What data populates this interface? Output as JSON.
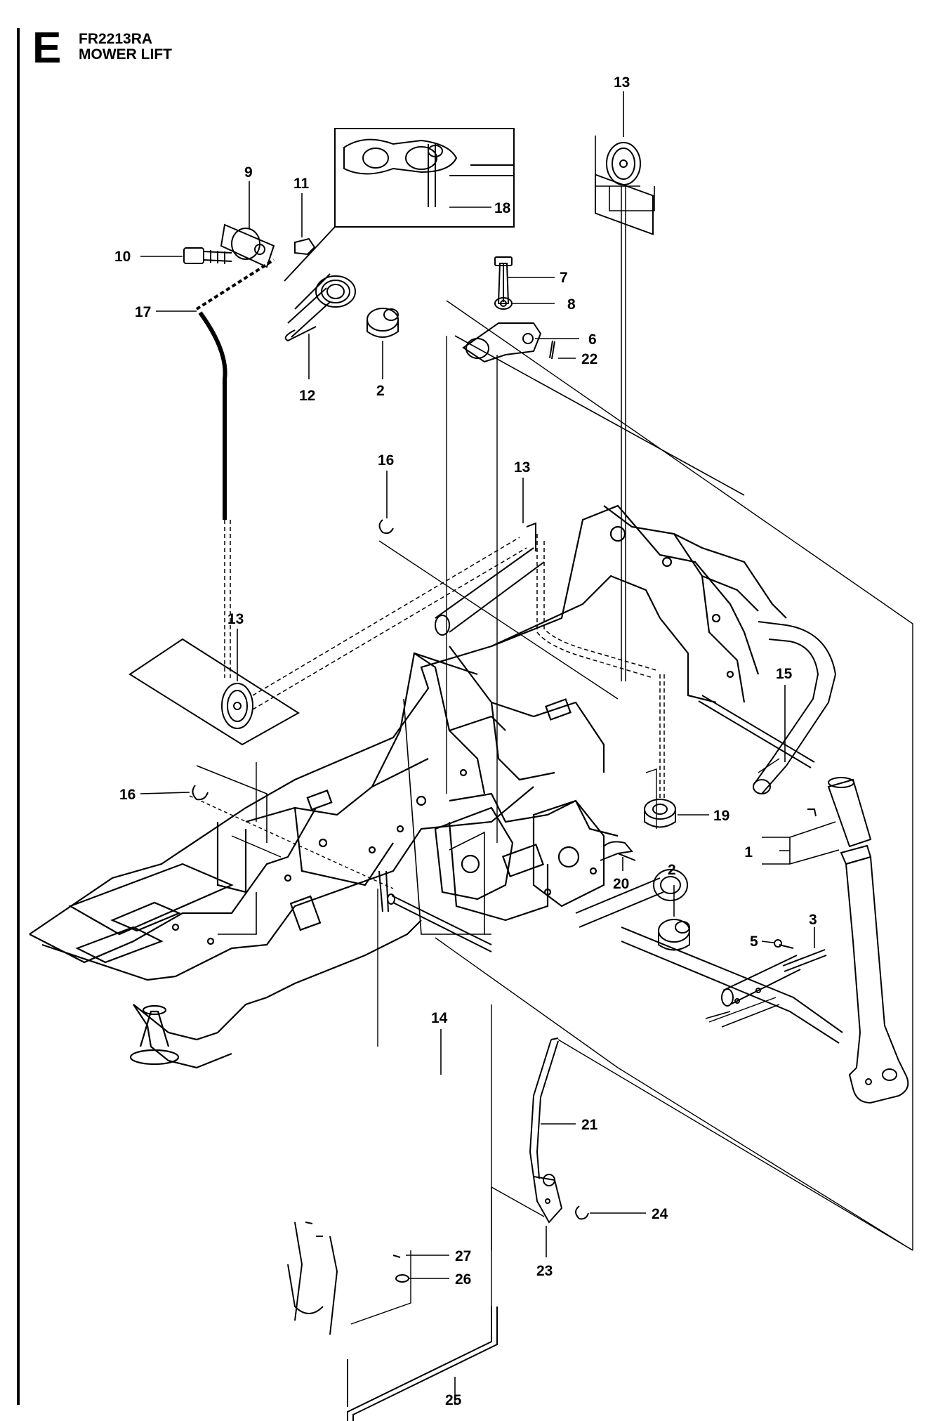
{
  "header": {
    "section_letter": "E",
    "model": "FR2213RA",
    "title": "MOWER LIFT"
  },
  "callouts": [
    {
      "id": "c1",
      "label": "1"
    },
    {
      "id": "c2a",
      "label": "2"
    },
    {
      "id": "c2b",
      "label": "2"
    },
    {
      "id": "c3",
      "label": "3"
    },
    {
      "id": "c5",
      "label": "5"
    },
    {
      "id": "c6",
      "label": "6"
    },
    {
      "id": "c7",
      "label": "7"
    },
    {
      "id": "c8",
      "label": "8"
    },
    {
      "id": "c9",
      "label": "9"
    },
    {
      "id": "c10",
      "label": "10"
    },
    {
      "id": "c11",
      "label": "11"
    },
    {
      "id": "c12",
      "label": "12"
    },
    {
      "id": "c13a",
      "label": "13"
    },
    {
      "id": "c13b",
      "label": "13"
    },
    {
      "id": "c13c",
      "label": "13"
    },
    {
      "id": "c14",
      "label": "14"
    },
    {
      "id": "c15",
      "label": "15"
    },
    {
      "id": "c16a",
      "label": "16"
    },
    {
      "id": "c16b",
      "label": "16"
    },
    {
      "id": "c17",
      "label": "17"
    },
    {
      "id": "c18",
      "label": "18"
    },
    {
      "id": "c19",
      "label": "19"
    },
    {
      "id": "c20",
      "label": "20"
    },
    {
      "id": "c21",
      "label": "21"
    },
    {
      "id": "c22",
      "label": "22"
    },
    {
      "id": "c23",
      "label": "23"
    },
    {
      "id": "c24",
      "label": "24"
    },
    {
      "id": "c25",
      "label": "25"
    },
    {
      "id": "c26",
      "label": "26"
    },
    {
      "id": "c27",
      "label": "27"
    }
  ]
}
